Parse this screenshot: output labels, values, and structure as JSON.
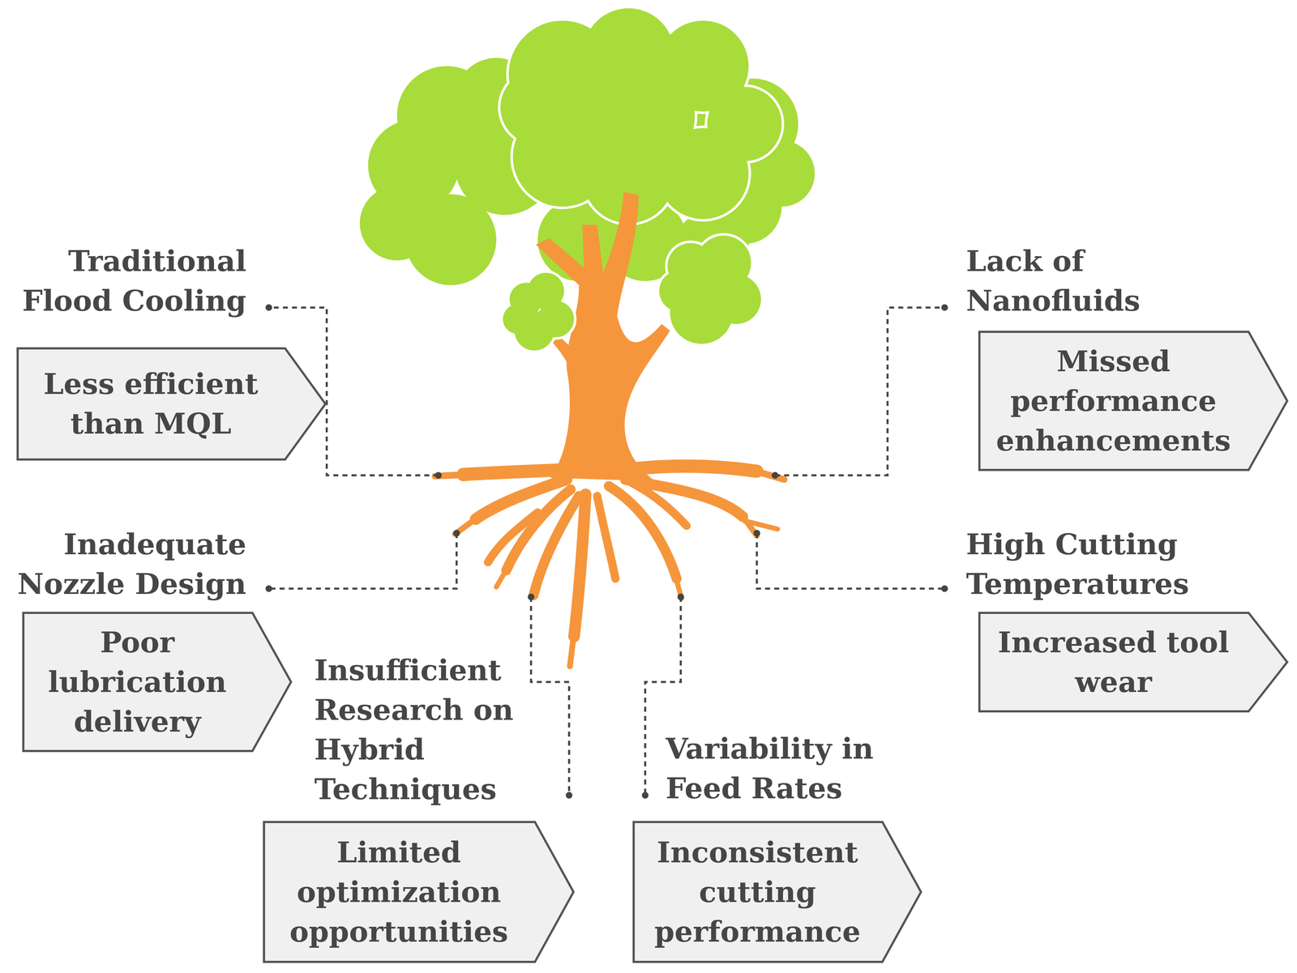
{
  "diagram": {
    "nodes": [
      {
        "text": [
          "Traditional Flood Cooling",
          "Less efficient than MQL"
        ]
      },
      {
        "text": [
          "Lack of Nanofluids",
          "Missed performance enhancements"
        ]
      },
      {
        "text": [
          "Inadequate Nozzle Design",
          "Poor lubrication delivery"
        ]
      },
      {
        "text": [
          "High Cutting Temperatures",
          "Increased tool wear"
        ]
      },
      {
        "text": [
          "Insufficient Research on Hybrid Techniques",
          "Limited optimization opportunities"
        ]
      },
      {
        "text": [
          "Variability in Feed Rates",
          "Inconsistent cutting performance"
        ]
      }
    ]
  }
}
